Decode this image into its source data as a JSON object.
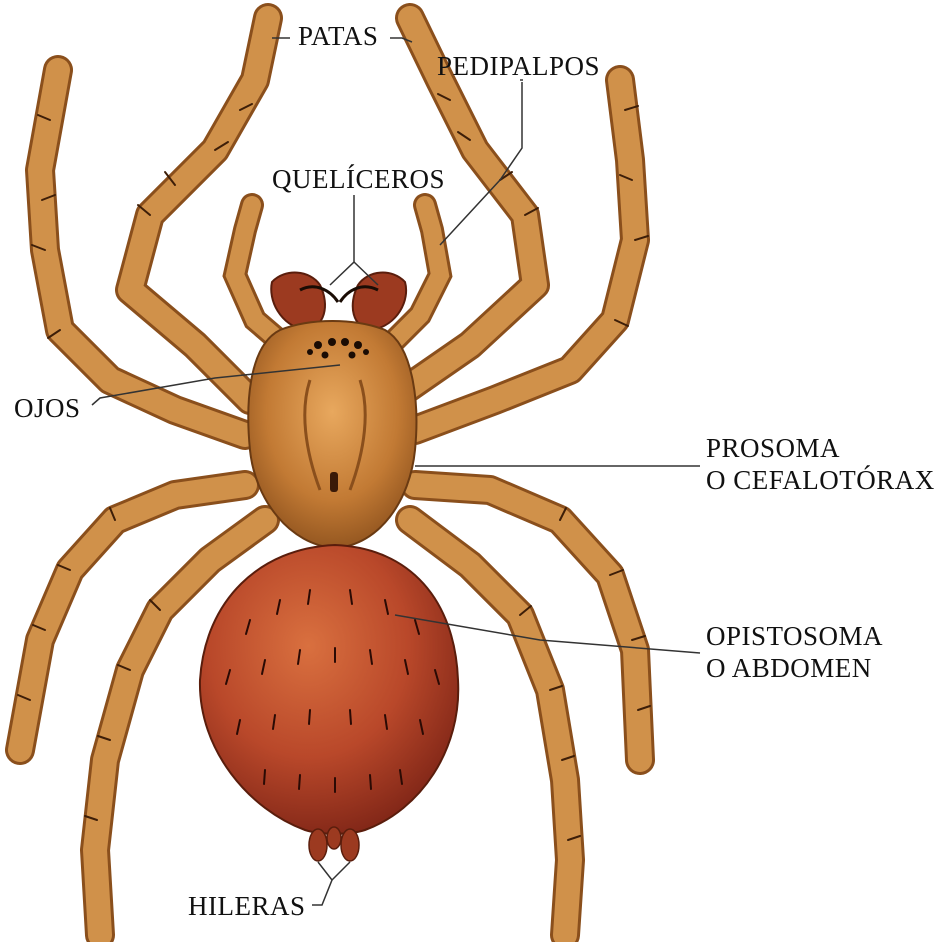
{
  "diagram": {
    "labels": {
      "patas": "PATAS",
      "pedipalpos": "PEDIPALPOS",
      "queliceros": "QUELÍCEROS",
      "ojos": "OJOS",
      "prosoma_line1": "PROSOMA",
      "prosoma_line2": "O CEFALOTÓRAX",
      "opistosoma_line1": "OPISTOSOMA",
      "opistosoma_line2": "O ABDOMEN",
      "hileras": "HILERAS"
    },
    "colors": {
      "leg": "#c9843e",
      "leg_dark": "#8a4f1c",
      "leg_light": "#e7b06a",
      "cephalothorax": "#c27a34",
      "abdomen": "#b9482a",
      "abdomen_dark": "#7d2416",
      "chelicera": "#9c3a20",
      "leader_line": "#333333"
    }
  }
}
